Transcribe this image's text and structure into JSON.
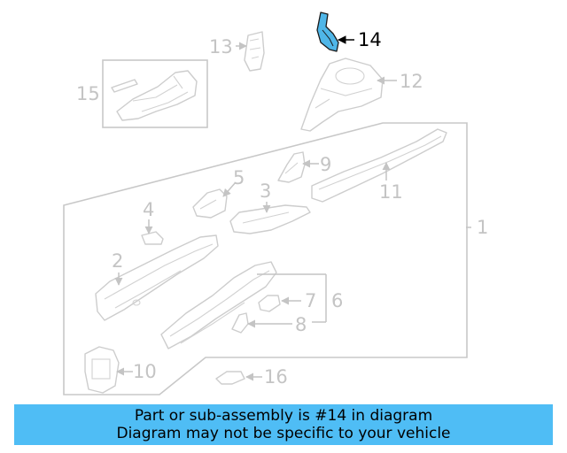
{
  "diagram": {
    "callouts": {
      "c1": "1",
      "c2": "2",
      "c3": "3",
      "c4": "4",
      "c5": "5",
      "c6": "6",
      "c7": "7",
      "c8": "8",
      "c9": "9",
      "c10": "10",
      "c11": "11",
      "c12": "12",
      "c13": "13",
      "c14": "14",
      "c15": "15",
      "c16": "16"
    },
    "highlighted_part": "14",
    "colors": {
      "highlight_fill": "#4fb6e8",
      "banner": "#4fbdf5",
      "line_art": "#c8c8c8"
    }
  },
  "banner": {
    "line1": "Part or sub-assembly is #14 in diagram",
    "line2": "Diagram may not be specific to your vehicle"
  }
}
